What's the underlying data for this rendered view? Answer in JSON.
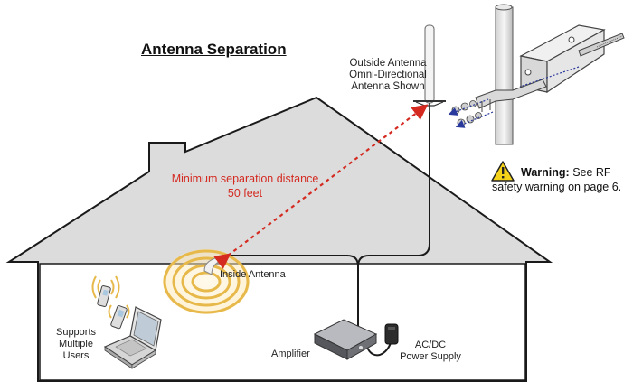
{
  "title": "Antenna Separation",
  "outside_antenna": {
    "line1": "Outside Antenna",
    "line2": "Omni-Directional",
    "line3": "Antenna Shown"
  },
  "separation": {
    "line1": "Minimum separation distance",
    "line2": "50 feet"
  },
  "warning": {
    "bold": "Warning:",
    "line1": "See RF",
    "line2": "safety warning on page 6."
  },
  "inside_antenna": "Inside Antenna",
  "users": {
    "line1": "Supports",
    "line2": "Multiple",
    "line3": "Users"
  },
  "amplifier": "Amplifier",
  "power_supply": {
    "line1": "AC/DC",
    "line2": "Power Supply"
  },
  "colors": {
    "house_fill": "#dcdcdd",
    "house_stroke": "#1a1a1a",
    "separation_arrow": "#d42a20",
    "signal_waves": "#e7b84a",
    "warning_icon": "#f5d21a"
  },
  "icons": [
    "warning-icon",
    "cell-phone-icon",
    "laptop-icon",
    "antenna-icon",
    "amplifier-icon",
    "power-supply-icon",
    "mount-bracket-icon"
  ]
}
